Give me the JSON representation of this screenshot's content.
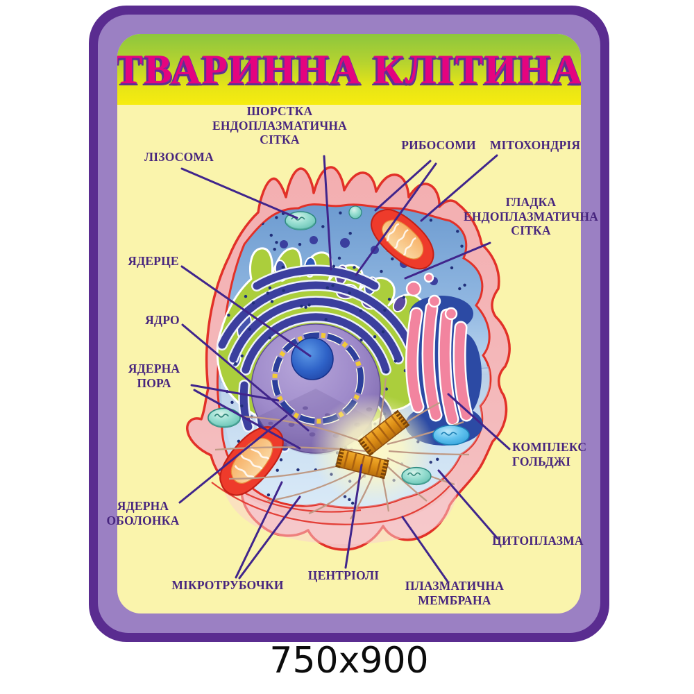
{
  "poster": {
    "title": "ТВАРИННА КЛІТИНА",
    "size_caption": "750x900",
    "colors": {
      "frame_outer": "#5a2c90",
      "frame_inner": "#9b80c3",
      "body_bg": "#faf4ac",
      "header_green": "#8cc63e",
      "header_yellow": "#f6ec10",
      "title_color": "#e4047f",
      "title_shadow": "#5f2f93",
      "label_color": "#47257e",
      "leader_line": "#40258c",
      "membrane_red": "#e23128",
      "membrane_pink": "#f4b3b5",
      "cytoplasm_blue": "#8fb3e0",
      "er_green": "#abce3c",
      "er_channel_navy": "#3b3f9e",
      "nucleus_purple": "#9a86c8",
      "nucleolus_blue": "#2f5fc0",
      "mitochondria_red": "#ee3b2b",
      "mitochondria_orange": "#f6a04e",
      "golgi_pink": "#f2849f",
      "golgi_blue": "#2c4aa4",
      "centriole_orange": "#e8950f",
      "lysosome_teal": "#7fd0c0",
      "lysosome_blue": "#41b3e8"
    }
  },
  "labels": {
    "rough_er": "ШОРСТКА\nЕНДОПЛАЗМАТИЧНА\nСІТКА",
    "lysosome": "ЛІЗОСОМА",
    "ribosomes": "РИБОСОМИ",
    "mitochondria": "МІТОХОНДРІЯ",
    "smooth_er": "ГЛАДКА\nЕНДОПЛАЗМАТИЧНА\nСІТКА",
    "nucleolus": "ЯДЕРЦЕ",
    "nucleus": "ЯДРО",
    "nuclear_pore": "ЯДЕРНА\nПОРА",
    "golgi": "КОМПЛЕКС\nГОЛЬДЖІ",
    "nuclear_envelope": "ЯДЕРНА\nОБОЛОНКА",
    "cytoplasm": "ЦИТОПЛАЗМА",
    "microtubules": "МІКРОТРУБОЧКИ",
    "centrioles": "ЦЕНТРІОЛІ",
    "plasma_membrane": "ПЛАЗМАТИЧНА\nМЕМБРАНА"
  }
}
